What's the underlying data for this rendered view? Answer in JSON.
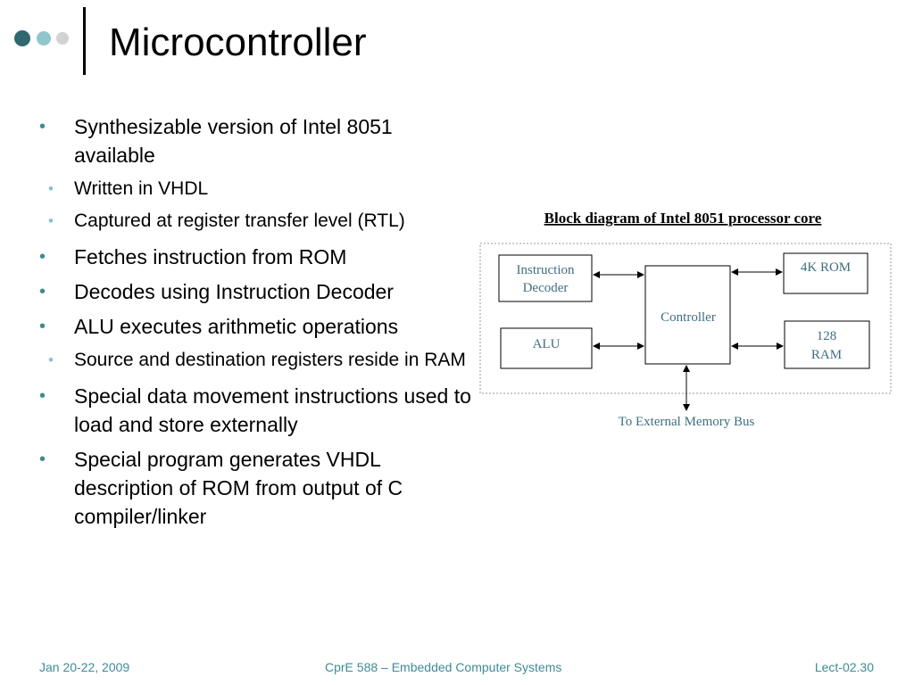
{
  "slide": {
    "title": "Microcontroller",
    "accent_color": "#3e8b96",
    "icons": [
      "decorative-dots-icon"
    ]
  },
  "bullets": [
    {
      "text": "Synthesizable version of Intel 8051 available",
      "sub": [
        "Written in VHDL",
        "Captured at register transfer level (RTL)"
      ]
    },
    {
      "text": "Fetches instruction from ROM",
      "sub": []
    },
    {
      "text": "Decodes using Instruction Decoder",
      "sub": []
    },
    {
      "text": "ALU executes arithmetic operations",
      "sub": [
        "Source and destination registers reside in RAM"
      ]
    },
    {
      "text": "Special data movement instructions used to load and store externally",
      "sub": []
    },
    {
      "text": "Special program generates VHDL description of ROM from output of C compiler/linker",
      "sub": []
    }
  ],
  "diagram": {
    "title": "Block diagram of Intel 8051 processor core",
    "blocks": {
      "decoder": [
        "Instruction",
        "Decoder"
      ],
      "alu": [
        "ALU"
      ],
      "controller": [
        "Controller"
      ],
      "rom": [
        "4K ROM"
      ],
      "ram": [
        "128",
        "RAM"
      ]
    },
    "bus_label": "To External Memory Bus"
  },
  "footer": {
    "date": "Jan 20-22, 2009",
    "course": "CprE 588 – Embedded Computer Systems",
    "lecture": "Lect-02.30"
  }
}
